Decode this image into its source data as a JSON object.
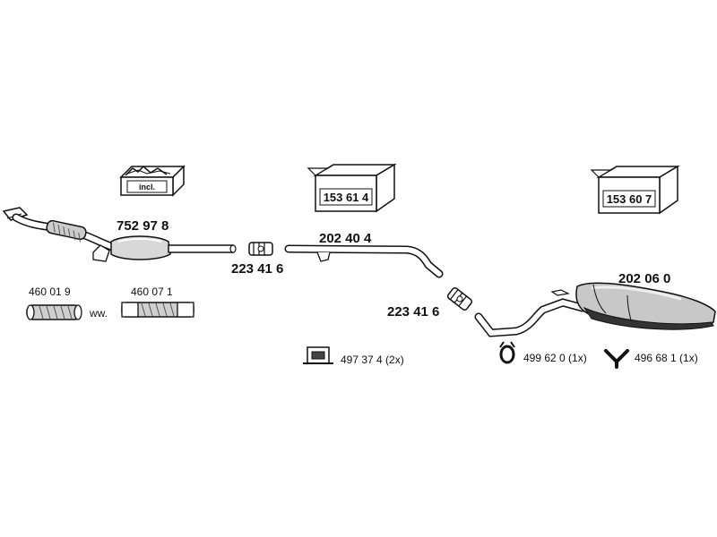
{
  "diagram": {
    "boxes": [
      {
        "label": "incl."
      },
      {
        "label": "153 61 4"
      },
      {
        "label": "153 60 7"
      }
    ],
    "parts": {
      "front_pipe_cat": "752 97 8",
      "clamp_left": "223 41 6",
      "middle_pipe": "202 40 4",
      "clamp_right": "223 41 6",
      "rear_silencer": "202 06 0",
      "flex_1": "460 01 9",
      "flex_2": "460 07 1",
      "ww": "ww.",
      "mount_bracket": "497 37 4 (2x)",
      "rubber_ring": "499 62 0 (1x)",
      "hanger_y": "496 68 1 (1x)"
    }
  }
}
